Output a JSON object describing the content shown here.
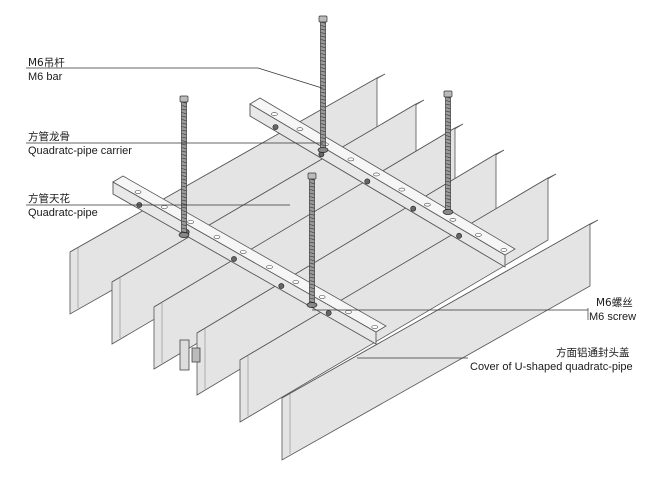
{
  "labels": {
    "m6_bar": {
      "zh": "M6吊杆",
      "en": "M6 bar"
    },
    "carrier": {
      "zh": "方管龙骨",
      "en": "Quadratc-pipe carrier"
    },
    "pipe": {
      "zh": "方管天花",
      "en": "Quadratc-pipe"
    },
    "screw": {
      "zh": "M6螺丝",
      "en": "M6 screw"
    },
    "cover": {
      "zh": "方面铝通封头盖",
      "en": "Cover of U-shaped quadratc-pipe"
    }
  },
  "colors": {
    "panel_front": "#e4e4e4",
    "panel_top": "#f4f4f4",
    "outline": "#555555",
    "rod": "#4a4a4a",
    "carrier": "#e8e8e8"
  }
}
